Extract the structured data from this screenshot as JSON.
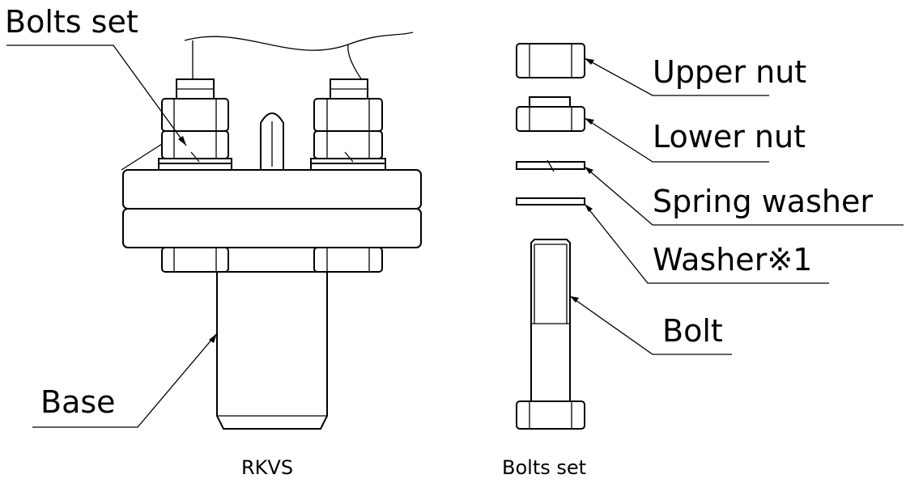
{
  "labels": {
    "bolts_set_callout": "Bolts set",
    "upper_nut": "Upper nut",
    "lower_nut": "Lower nut",
    "spring_washer": "Spring washer",
    "washer": "Washer※1",
    "bolt": "Bolt",
    "base": "Base"
  },
  "captions": {
    "assembly": "RKVS",
    "bolts_set": "Bolts set"
  }
}
